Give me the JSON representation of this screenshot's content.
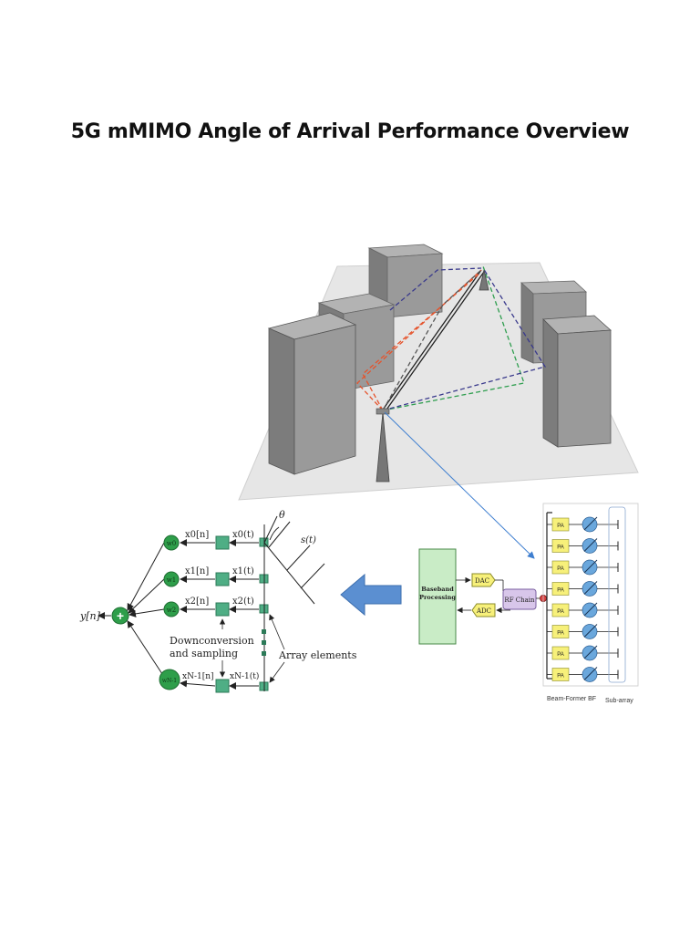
{
  "document": {
    "title": "5G mMIMO Angle of Arrival Performance Overview"
  },
  "array_diagram": {
    "output_label": "y[n]",
    "sum_symbol": "+",
    "weights": [
      "w0",
      "w1",
      "w2",
      "wN-1"
    ],
    "digital_signals": [
      "x0[n]",
      "x1[n]",
      "x2[n]",
      "xN-1[n]"
    ],
    "analog_signals": [
      "x0(t)",
      "x1(t)",
      "x2(t)",
      "xN-1(t)"
    ],
    "angle_label": "θ",
    "source_label": "s(t)",
    "downconversion_label_1": "Downconversion",
    "downconversion_label_2": "and sampling",
    "array_elements_label": "Array elements"
  },
  "beamformer_diagram": {
    "baseband_label_1": "Baseband",
    "baseband_label_2": "Processing",
    "dac_label": "DAC",
    "adc_label": "ADC",
    "rf_chain_label": "RF Chain",
    "pa_label": "PA",
    "pa_count": 8,
    "beamformer_caption": "Beam-Former BF",
    "subarray_caption": "Sub-array"
  },
  "colors": {
    "building_front": "#9a9a9a",
    "building_side": "#7c7c7c",
    "building_top": "#b3b3b3",
    "ground": "#e6e6e6",
    "block_green": "#4fae85",
    "weight_green": "#2e9e4a",
    "baseband_green": "#c9ecc6",
    "pa_yellow": "#f7f07a",
    "phase_blue": "#6aa7dc",
    "arrow_blue": "#5b8fd1",
    "ray_red": "#e5532c",
    "ray_green": "#2f9e4f",
    "ray_navy": "#3a3a8c"
  }
}
